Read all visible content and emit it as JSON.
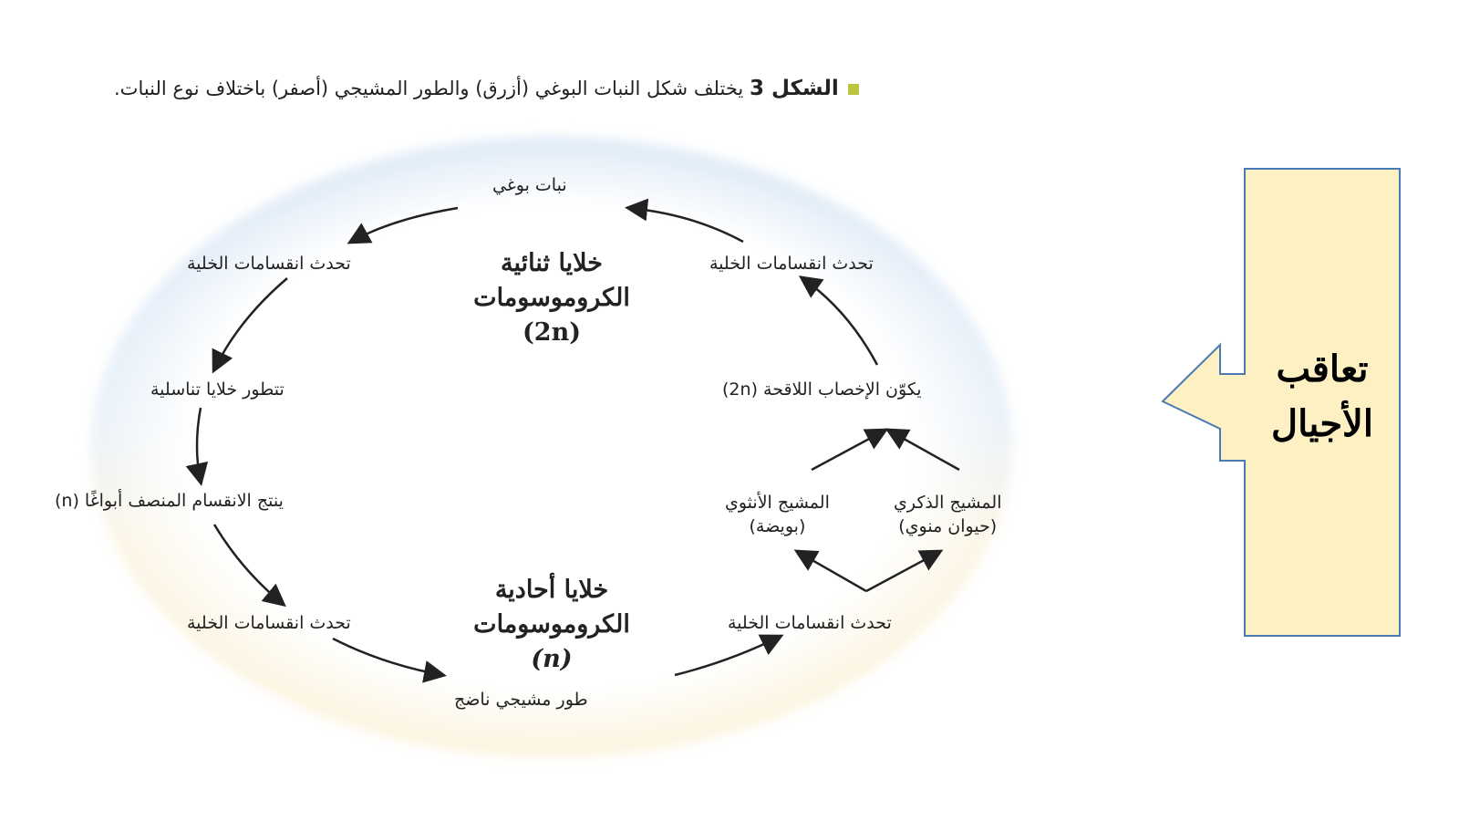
{
  "caption": {
    "figure_label": "الشكل 3",
    "text": "يختلف شكل النبات البوغي (أزرق) والطور المشيجي (أصفر) باختلاف نوع النبات."
  },
  "cycle": {
    "sporophyte": "نبات بوغي",
    "cell_division": "تحدث انقسامات الخلية",
    "diploid_title": "خلايا ثنائية الكروموسومات",
    "diploid_label": "(2n)",
    "haploid_title": "خلايا أحادية الكروموسومات",
    "haploid_label": "(n)",
    "reproductive_cells": "تتطور خلايا تناسلية",
    "meiosis": "ينتج الانقسام المنصف أبواغًا (n)",
    "mature_gametophyte": "طور مشيجي ناضج",
    "fertilization": "يكوّن الإخصاب اللاقحة (2n)",
    "female_gamete": "المشيج الأنثوي",
    "female_gamete_sub": "(بويضة)",
    "male_gamete": "المشيج الذكري",
    "male_gamete_sub": "(حيوان منوي)"
  },
  "callout": {
    "text_line1": "تعاقب",
    "text_line2": "الأجيال",
    "fill": "#fdf0c2",
    "stroke": "#4a7ab5"
  }
}
